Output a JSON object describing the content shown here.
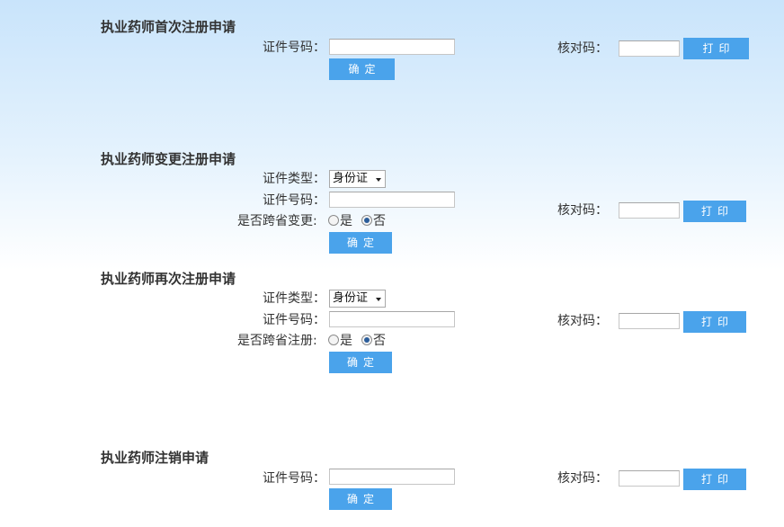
{
  "first_registration": {
    "title": "执业药师首次注册申请",
    "id_number_label": "证件号码：",
    "id_number_value": "",
    "confirm_label": "确定",
    "check_code_label": "核对码：",
    "check_code_value": "",
    "print_label": "打印"
  },
  "change_registration": {
    "title": "执业药师变更注册申请",
    "id_type_label": "证件类型：",
    "id_type_selected": "身份证",
    "id_number_label": "证件号码：",
    "id_number_value": "",
    "cross_province_label": "是否跨省变更:",
    "option_yes": "是",
    "option_no": "否",
    "selected_option": "否",
    "confirm_label": "确定",
    "check_code_label": "核对码：",
    "check_code_value": "",
    "print_label": "打印"
  },
  "re_registration": {
    "title": "执业药师再次注册申请",
    "id_type_label": "证件类型：",
    "id_type_selected": "身份证",
    "id_number_label": "证件号码：",
    "id_number_value": "",
    "cross_province_label": "是否跨省注册:",
    "option_yes": "是",
    "option_no": "否",
    "selected_option": "否",
    "confirm_label": "确定",
    "check_code_label": "核对码：",
    "check_code_value": "",
    "print_label": "打印"
  },
  "cancellation": {
    "title": "执业药师注销申请",
    "id_number_label": "证件号码：",
    "id_number_value": "",
    "confirm_label": "确定",
    "check_code_label": "核对码：",
    "check_code_value": "",
    "print_label": "打印"
  },
  "colors": {
    "button_blue": "#4aa3eb",
    "background_top": "#c9e4fb",
    "text": "#333333"
  }
}
